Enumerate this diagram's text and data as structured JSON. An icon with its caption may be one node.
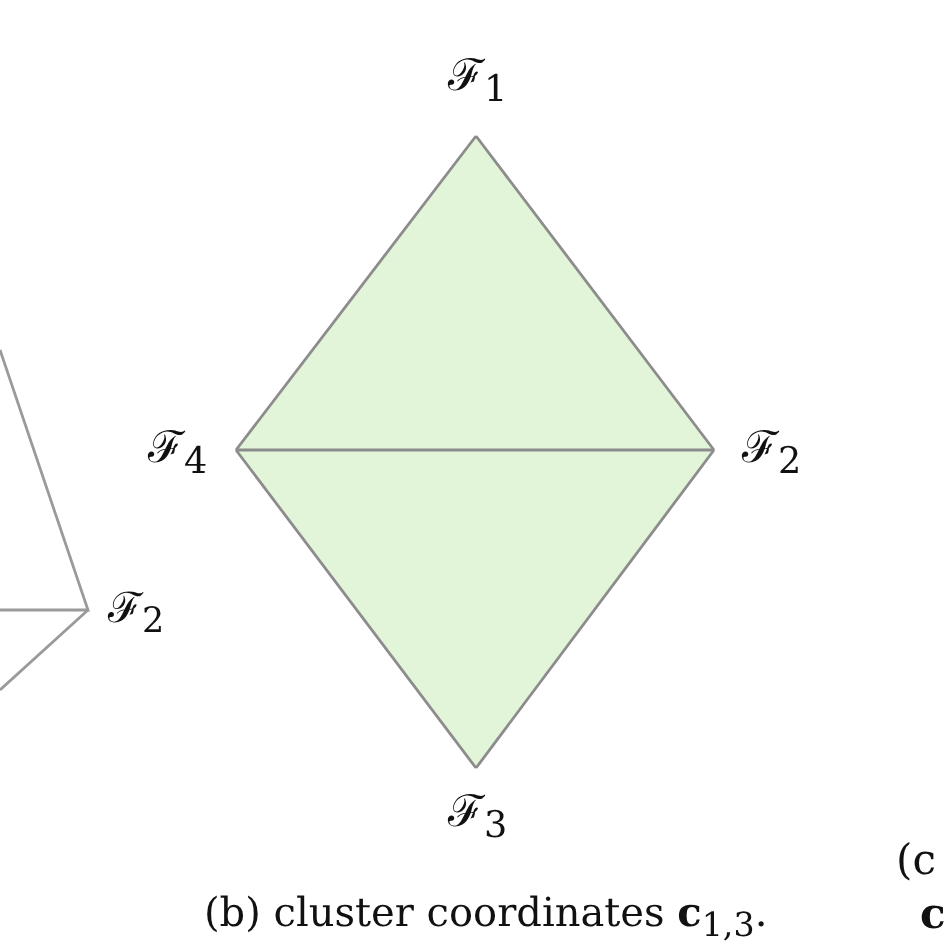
{
  "diagram": {
    "caption": "(b) cluster coordinates **c**$_{1,3}$.",
    "nodes": [
      {
        "text": [
          "ℱ$_{1}$"
        ]
      },
      {
        "text": [
          "ℱ$_{2}$"
        ]
      },
      {
        "text": [
          "ℱ$_{3}$"
        ]
      },
      {
        "text": [
          "ℱ$_{4}$"
        ]
      }
    ],
    "edges": [
      {
        "from": 0,
        "to": 1,
        "arrow": "none"
      },
      {
        "from": 1,
        "to": 2,
        "arrow": "none"
      },
      {
        "from": 2,
        "to": 3,
        "arrow": "none"
      },
      {
        "from": 3,
        "to": 0,
        "arrow": "none"
      },
      {
        "from": 3,
        "to": 1,
        "arrow": "none"
      }
    ],
    "labels": [
      "ℱ$_{2}$",
      "(c",
      "c"
    ]
  }
}
